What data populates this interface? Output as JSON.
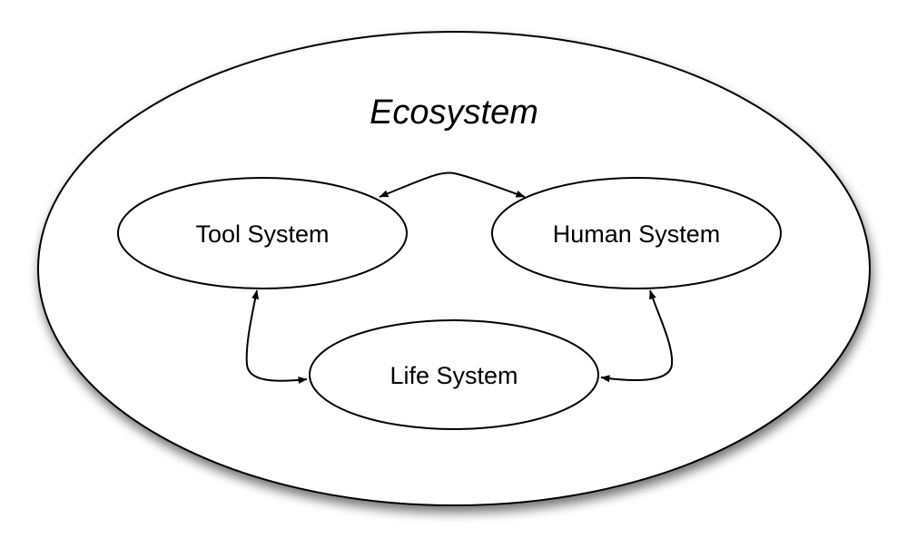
{
  "diagram": {
    "title": "Ecosystem",
    "nodes": {
      "tool": {
        "label": "Tool System"
      },
      "human": {
        "label": "Human System"
      },
      "life": {
        "label": "Life System"
      }
    },
    "edges": [
      {
        "from": "Tool System",
        "to": "Human System",
        "direction": "bidirectional"
      },
      {
        "from": "Tool System",
        "to": "Life System",
        "direction": "bidirectional"
      },
      {
        "from": "Human System",
        "to": "Life System",
        "direction": "bidirectional"
      }
    ],
    "colors": {
      "stroke": "#000000",
      "fill": "#ffffff",
      "shadow": "#9a9a9a"
    }
  }
}
